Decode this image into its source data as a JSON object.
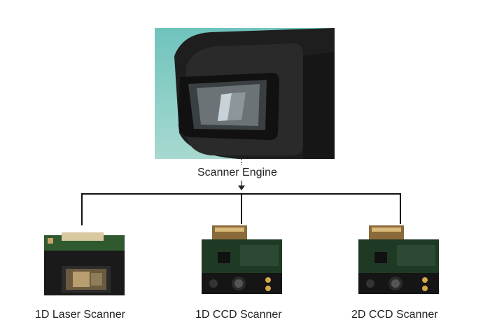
{
  "root": {
    "label": "Scanner Engine",
    "image": "scanner-engine-photo"
  },
  "children": [
    {
      "label": "1D Laser Scanner",
      "image": "1d-laser-module-photo"
    },
    {
      "label": "1D CCD Scanner",
      "image": "1d-ccd-module-photo"
    },
    {
      "label": "2D CCD Scanner",
      "image": "2d-ccd-module-photo"
    }
  ]
}
